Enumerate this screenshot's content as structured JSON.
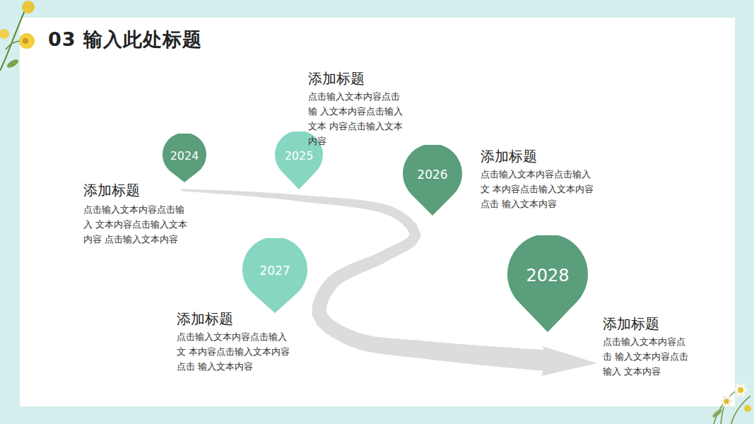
{
  "diagram": {
    "title": "03 输入此处标题",
    "nodes": [
      {
        "text": [
          "2024"
        ]
      },
      {
        "text": [
          "2025"
        ]
      },
      {
        "text": [
          "2026"
        ]
      },
      {
        "text": [
          "2027"
        ]
      },
      {
        "text": [
          "2028"
        ]
      }
    ],
    "labels": [
      "添加标题",
      "点击输入文本内容点击输入 文本内容点击输入文本内容 点击输入文本内容",
      "添加标题",
      "点击输入文本内容点击输 入文本内容点击输入文本 内容点击输入文本内容",
      "添加标题",
      "点击输入文本内容点击输入文 本内容点击输入文本内容点击 输入文本内容",
      "添加标题",
      "点击输入文本内容点击输入文 本内容点击输入文本内容点击 输入文本内容",
      "添加标题",
      "点击输入文本内容点击 输入文本内容点击输入 文本内容"
    ]
  }
}
